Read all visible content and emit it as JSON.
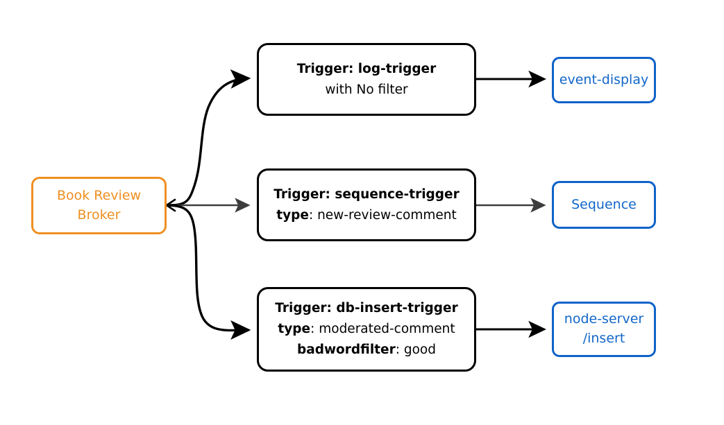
{
  "diagram": {
    "type": "event-broker-trigger-flow",
    "background": "#ffffff",
    "colors": {
      "broker": "#ef8f21",
      "trigger": "#000000",
      "sink": "#1266c8",
      "edge_black": "#000000",
      "edge_gray": "#3d3d3d"
    },
    "broker": {
      "label_line1": "Book Review",
      "label_line2": "Broker"
    },
    "triggers": [
      {
        "id": "log-trigger",
        "lines": [
          {
            "bold": "Trigger: log-trigger",
            "rest": ""
          },
          {
            "bold": "",
            "rest": "with No filter"
          }
        ]
      },
      {
        "id": "sequence-trigger",
        "lines": [
          {
            "bold": "Trigger: sequence-trigger",
            "rest": ""
          },
          {
            "bold": "type",
            "rest": ": new-review-comment"
          }
        ]
      },
      {
        "id": "db-insert-trigger",
        "lines": [
          {
            "bold": "Trigger: db-insert-trigger",
            "rest": ""
          },
          {
            "bold": "type",
            "rest": ": moderated-comment"
          },
          {
            "bold": "badwordfilter",
            "rest": ": good"
          }
        ]
      }
    ],
    "sinks": [
      {
        "id": "event-display",
        "label_line1": "event-display",
        "label_line2": ""
      },
      {
        "id": "sequence",
        "label_line1": "Sequence",
        "label_line2": ""
      },
      {
        "id": "node-server-insert",
        "label_line1": "node-server",
        "label_line2": "/insert"
      }
    ],
    "edges": [
      {
        "from": "broker",
        "to": "log-trigger",
        "style": "curved",
        "color": "#000000"
      },
      {
        "from": "broker",
        "to": "sequence-trigger",
        "style": "straight",
        "color": "#3d3d3d"
      },
      {
        "from": "broker",
        "to": "db-insert-trigger",
        "style": "curved",
        "color": "#000000"
      },
      {
        "from": "log-trigger",
        "to": "event-display",
        "style": "straight",
        "color": "#000000"
      },
      {
        "from": "sequence-trigger",
        "to": "sequence",
        "style": "straight",
        "color": "#3d3d3d"
      },
      {
        "from": "db-insert-trigger",
        "to": "node-server-insert",
        "style": "straight",
        "color": "#000000"
      }
    ]
  }
}
